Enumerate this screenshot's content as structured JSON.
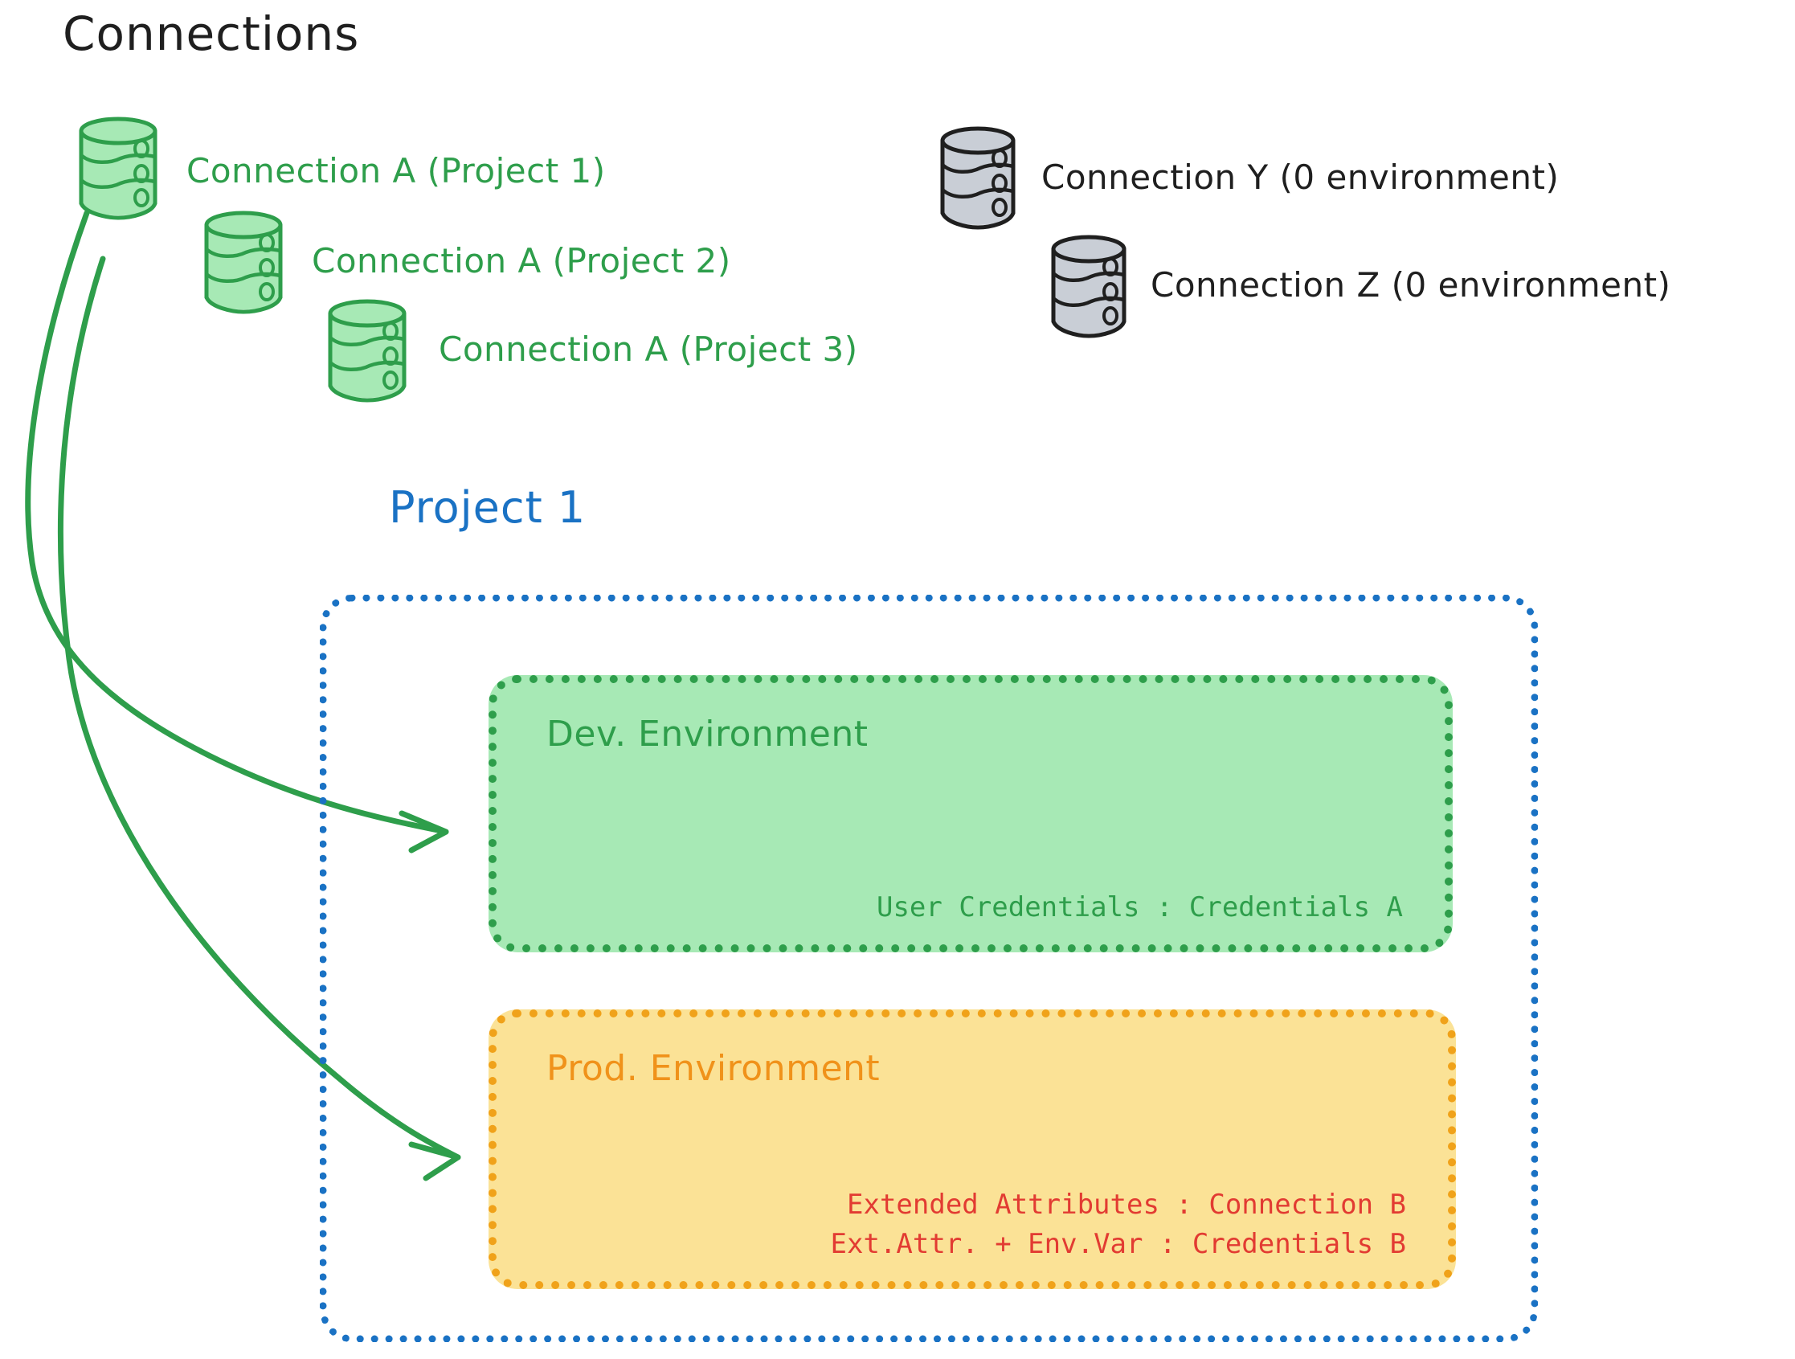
{
  "headings": {
    "connections": "Connections",
    "project": "Project 1"
  },
  "colors": {
    "green_stroke": "#2e9e4b",
    "green_fill": "#a7e9b5",
    "grey_stroke": "#1f1f1f",
    "grey_fill": "#c9ced6",
    "blue": "#1a72c4",
    "orange": "#f0a21a",
    "orange_text": "#f0921a",
    "red": "#e23b32",
    "black": "#1f1f1f"
  },
  "connections": {
    "green": [
      {
        "label": "Connection A (Project 1)",
        "icon": "database-icon",
        "color": "green"
      },
      {
        "label": "Connection A (Project 2)",
        "icon": "database-icon",
        "color": "green"
      },
      {
        "label": "Connection A (Project 3)",
        "icon": "database-icon",
        "color": "green"
      }
    ],
    "grey": [
      {
        "label": "Connection Y (0 environment)",
        "icon": "database-icon",
        "color": "grey"
      },
      {
        "label": "Connection Z (0 environment)",
        "icon": "database-icon",
        "color": "grey"
      }
    ]
  },
  "project": {
    "name": "Project 1",
    "environments": [
      {
        "key": "dev",
        "title": "Dev. Environment",
        "rows": [
          "User Credentials : Credentials A"
        ]
      },
      {
        "key": "prod",
        "title": "Prod. Environment",
        "rows": [
          "Extended Attributes : Connection B",
          "Ext.Attr. + Env.Var : Credentials B"
        ]
      }
    ]
  },
  "arrows": [
    {
      "from": "connection-a-project-1",
      "to": "dev-environment"
    },
    {
      "from": "connection-a-project-1",
      "to": "prod-environment"
    }
  ]
}
